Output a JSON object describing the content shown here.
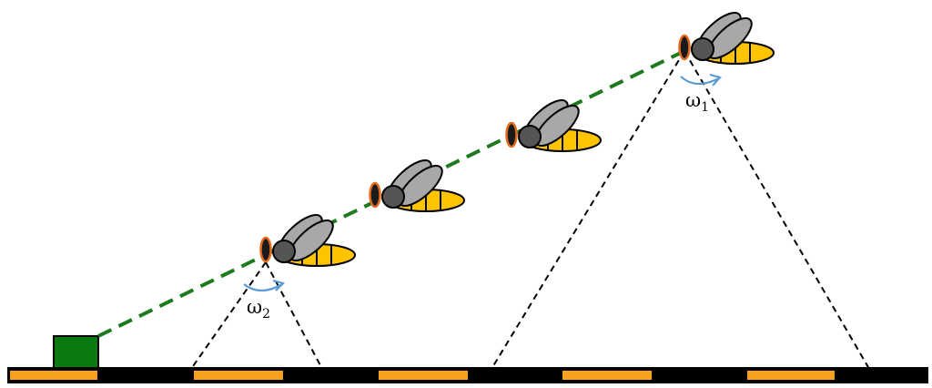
{
  "labels": {
    "omega1": "ω",
    "omega1_sub": "1",
    "omega2": "ω",
    "omega2_sub": "2"
  },
  "colors": {
    "flight_path": "#1e7a1e",
    "feeder": "#0a7a10",
    "ground_dark": "#000000",
    "ground_stripe": "#f7a11e",
    "bee_abdomen": "#ffc400",
    "bee_thorax": "#555555",
    "bee_head": "#1a1a1a",
    "bee_eye_ring": "#e46a1e",
    "bee_wing": "#a8a8a8",
    "angle_arc": "#5b9bd5"
  },
  "bee_count": 4,
  "ground_pattern": "alternating-stripes"
}
